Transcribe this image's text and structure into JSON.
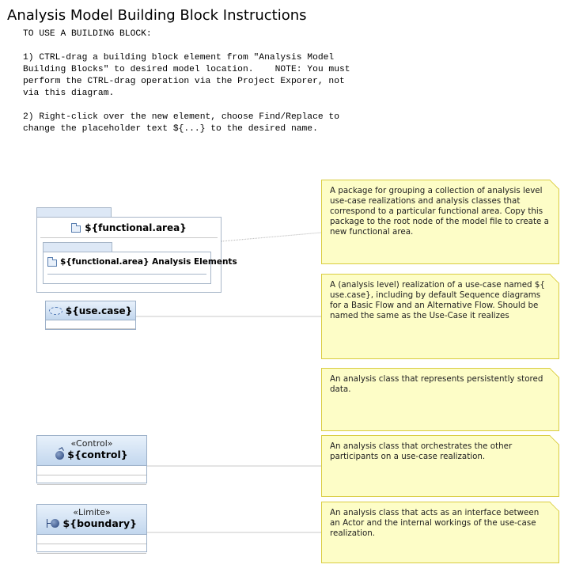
{
  "header": {
    "title": "Analysis Model Building Block Instructions",
    "instructions": "TO USE A BUILDING BLOCK:\n\n1) CTRL-drag a building block element from \"Analysis Model\nBuilding Blocks\" to desired model location.    NOTE: You must\nperform the CTRL-drag operation via the Project Exporer, not\nvia this diagram.\n\n2) Right-click over the new element, choose Find/Replace to\nchange the placeholder text ${...} to the desired name."
  },
  "diagram": {
    "package": {
      "name": "${functional.area}",
      "icon": "folder-icon",
      "nested_package": {
        "name": "${functional.area} Analysis Elements",
        "icon": "folder-icon"
      }
    },
    "use_case": {
      "name": "${use.case}",
      "icon": "use-case-ellipse-icon"
    },
    "control_class": {
      "stereotype": "«Control»",
      "name": "${control}",
      "icon": "control-icon"
    },
    "boundary_class": {
      "stereotype": "«Limite»",
      "name": "${boundary}",
      "icon": "boundary-icon"
    },
    "notes": [
      {
        "text": "A package for grouping a collection of analysis level use-case realizations and analysis classes that correspond to a particular functional area. Copy this package to the root node of the model file to create a new functional area."
      },
      {
        "text": "A (analysis level) realization of a use-case named ${ use.case}, including by default Sequence diagrams for a Basic Flow and an Alternative Flow. Should be named the same as the Use-Case it realizes"
      },
      {
        "text": "An analysis class that represents persistently stored data."
      },
      {
        "text": "An analysis class that orchestrates the other participants on a use-case realization."
      },
      {
        "text": "An analysis class that acts as an interface between an Actor and the internal workings of the use-case realization."
      }
    ]
  },
  "colors": {
    "note_fill": "#fdfdc7",
    "note_border": "#d9cc40",
    "class_header": "#c3d7ee",
    "class_border": "#9cb0c8"
  }
}
